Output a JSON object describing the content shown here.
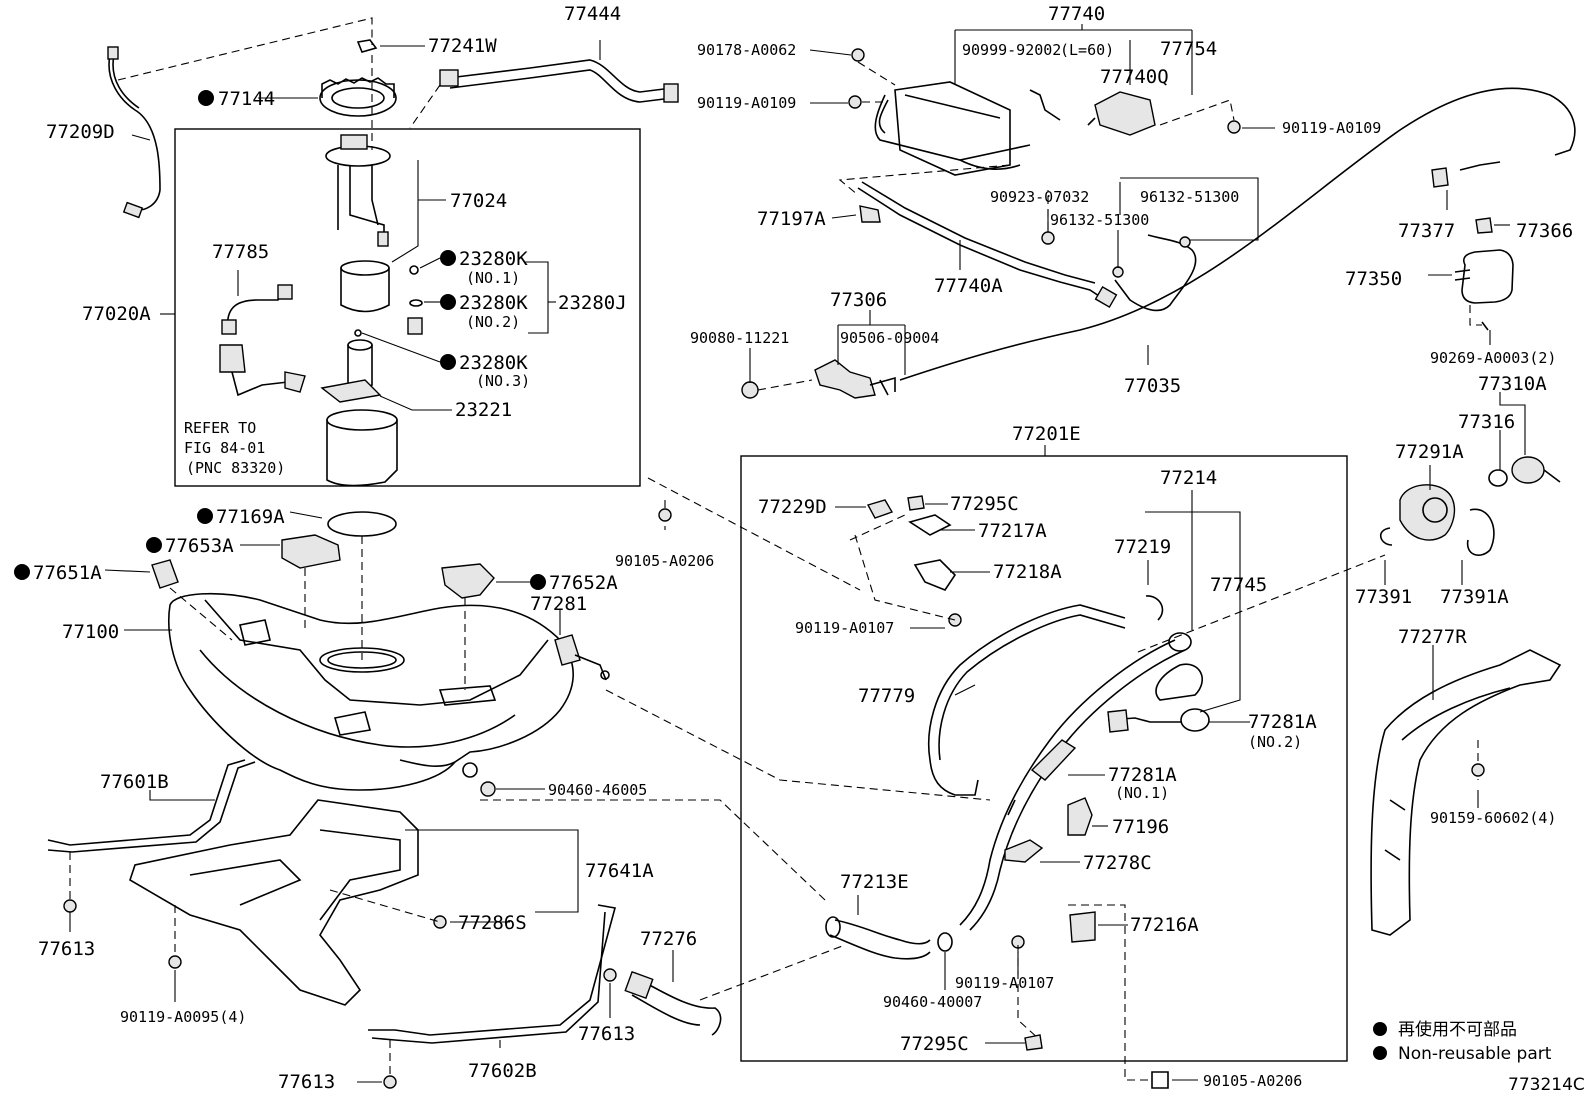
{
  "labels": {
    "p77444": "77444",
    "p77241W": "77241W",
    "p77144": "77144",
    "p77209D": "77209D",
    "p77024": "77024",
    "p77785": "77785",
    "p77020A": "77020A",
    "p23280K1": "23280K",
    "p23280K1n": "(NO.1)",
    "p23280K2": "23280K",
    "p23280K2n": "(NO.2)",
    "p23280J": "23280J",
    "p23280K3": "23280K",
    "p23280K3n": "(NO.3)",
    "p23221": "23221",
    "refer1": "REFER TO",
    "refer2": "FIG 84-01",
    "refer3": "(PNC 83320)",
    "p77169A": "77169A",
    "p77653A": "77653A",
    "p77651A": "77651A",
    "p77652A": "77652A",
    "p77281": "77281",
    "p90105a": "90105-A0206",
    "p77100": "77100",
    "p90460a": "90460-46005",
    "p77601B": "77601B",
    "p77641A": "77641A",
    "p77286S": "77286S",
    "p77613a": "77613",
    "p90119_95": "90119-A0095(4)",
    "p77613b": "77613",
    "p77613c": "77613",
    "p77602B": "77602B",
    "p77276": "77276",
    "p77740": "77740",
    "p90178": "90178-A0062",
    "p90999": "90999-92002",
    "p90999n": "(L=60)",
    "p77754": "77754",
    "p77740Q": "77740Q",
    "p90119_109a": "90119-A0109",
    "p90119_109b": "90119-A0109",
    "p90923": "90923-07032",
    "p96132a": "96132-51300",
    "p96132b": "96132-51300",
    "p77197A": "77197A",
    "p77740A": "77740A",
    "p77306": "77306",
    "p90080": "90080-11221",
    "p90506": "90506-09004",
    "p77035": "77035",
    "p77377": "77377",
    "p77366": "77366",
    "p77350": "77350",
    "p90269": "90269-A0003(2)",
    "p77310A": "77310A",
    "p77316": "77316",
    "p77291A": "77291A",
    "p77391": "77391",
    "p77391A": "77391A",
    "p77277R": "77277R",
    "p90159": "90159-60602(4)",
    "p77201E": "77201E",
    "p77229D": "77229D",
    "p77295Ca": "77295C",
    "p77217A": "77217A",
    "p77218A": "77218A",
    "p90119_107a": "90119-A0107",
    "p77214": "77214",
    "p77219": "77219",
    "p77745": "77745",
    "p77779": "77779",
    "p77281A2": "77281A",
    "p77281A2n": "(NO.2)",
    "p77281A1": "77281A",
    "p77281A1n": "(NO.1)",
    "p77196": "77196",
    "p77278C": "77278C",
    "p77213E": "77213E",
    "p77216A": "77216A",
    "p90119_107b": "90119-A0107",
    "p90460b": "90460-40007",
    "p77295Cb": "77295C",
    "p90105b": "90105-A0206"
  },
  "legend": {
    "line_jp": "再使用不可部品",
    "line_en": "Non-reusable part"
  },
  "diagram_id": "773214C",
  "colors": {
    "ink": "#000000",
    "fill": "#e6e6e6",
    "background": "#ffffff"
  }
}
